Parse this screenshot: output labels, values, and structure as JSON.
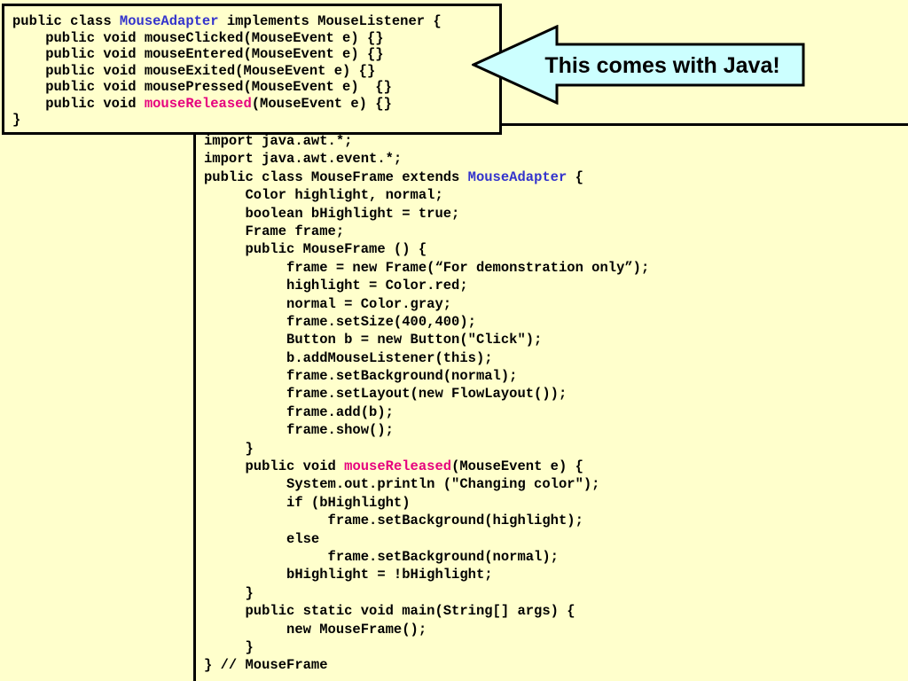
{
  "main_code": {
    "lines": [
      [
        {
          "t": "import java.awt.*;"
        }
      ],
      [
        {
          "t": "import java.awt.event.*;"
        }
      ],
      [
        {
          "t": "public class MouseFrame extends "
        },
        {
          "t": "MouseAdapter",
          "c": "blue"
        },
        {
          "t": " {"
        }
      ],
      [
        {
          "t": "     Color highlight, normal;"
        }
      ],
      [
        {
          "t": "     boolean bHighlight = true;"
        }
      ],
      [
        {
          "t": "     Frame frame;"
        }
      ],
      [
        {
          "t": "     public MouseFrame () {"
        }
      ],
      [
        {
          "t": "          frame = new Frame(“For demonstration only”);"
        }
      ],
      [
        {
          "t": "          highlight = Color.red;"
        }
      ],
      [
        {
          "t": "          normal = Color.gray;"
        }
      ],
      [
        {
          "t": "          frame.setSize(400,400);"
        }
      ],
      [
        {
          "t": "          Button b = new Button(\"Click\");"
        }
      ],
      [
        {
          "t": "          b.addMouseListener(this);"
        }
      ],
      [
        {
          "t": "          frame.setBackground(normal);"
        }
      ],
      [
        {
          "t": "          frame.setLayout(new FlowLayout());"
        }
      ],
      [
        {
          "t": "          frame.add(b);"
        }
      ],
      [
        {
          "t": "          frame.show();"
        }
      ],
      [
        {
          "t": "     }"
        }
      ],
      [
        {
          "t": "     public void "
        },
        {
          "t": "mouseReleased",
          "c": "pink"
        },
        {
          "t": "(MouseEvent e) {"
        }
      ],
      [
        {
          "t": "          System.out.println (\"Changing color\");"
        }
      ],
      [
        {
          "t": "          if (bHighlight)"
        }
      ],
      [
        {
          "t": "               frame.setBackground(highlight);"
        }
      ],
      [
        {
          "t": "          else"
        }
      ],
      [
        {
          "t": "               frame.setBackground(normal);"
        }
      ],
      [
        {
          "t": "          bHighlight = !bHighlight;"
        }
      ],
      [
        {
          "t": "     }"
        }
      ],
      [
        {
          "t": "     public static void main(String[] args) {"
        }
      ],
      [
        {
          "t": "          new MouseFrame();"
        }
      ],
      [
        {
          "t": "     }"
        }
      ],
      [
        {
          "t": "} // MouseFrame"
        }
      ]
    ]
  },
  "adapter_code": {
    "lines": [
      [
        {
          "t": "public class "
        },
        {
          "t": "MouseAdapter",
          "c": "blue"
        },
        {
          "t": " implements MouseListener {"
        }
      ],
      [
        {
          "t": "    public void mouseClicked(MouseEvent e) {}"
        }
      ],
      [
        {
          "t": "    public void mouseEntered(MouseEvent e) {}"
        }
      ],
      [
        {
          "t": "    public void mouseExited(MouseEvent e) {}"
        }
      ],
      [
        {
          "t": "    public void mousePressed(MouseEvent e)  {}"
        }
      ],
      [
        {
          "t": "    public void "
        },
        {
          "t": "mouseReleased",
          "c": "pink"
        },
        {
          "t": "(MouseEvent e) {}"
        }
      ],
      [
        {
          "t": "}"
        }
      ]
    ]
  },
  "callout": {
    "text": "This comes with Java!"
  },
  "colors": {
    "background": "#ffffcc",
    "callout_fill": "#ccffff",
    "keyword_blue": "#3333cc",
    "keyword_pink": "#e6007e"
  }
}
